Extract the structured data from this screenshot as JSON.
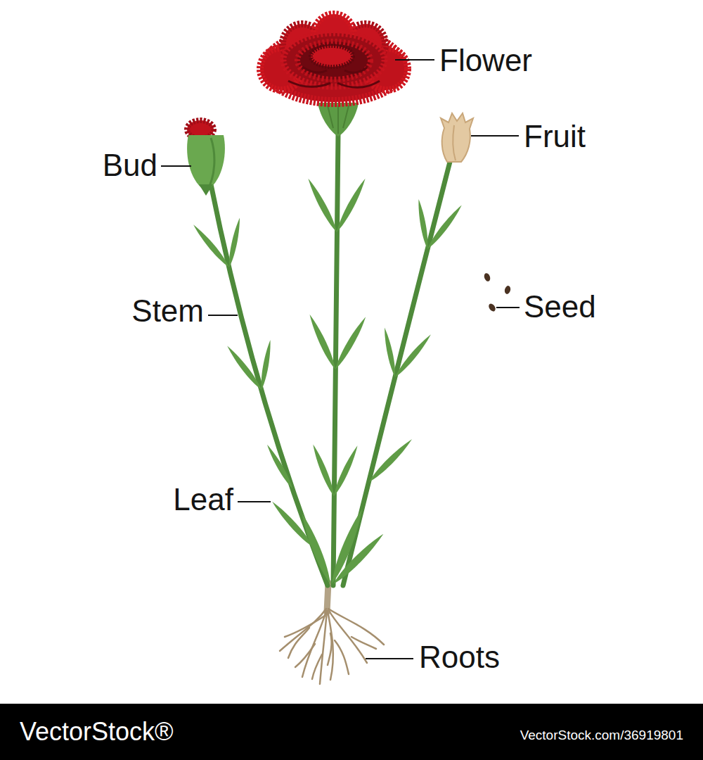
{
  "diagram": {
    "labels": [
      "Flower",
      "Fruit",
      "Bud",
      "Seed",
      "Stem",
      "Leaf",
      "Roots",
      "VectorStock®",
      "VectorStock.com/36919801"
    ]
  }
}
